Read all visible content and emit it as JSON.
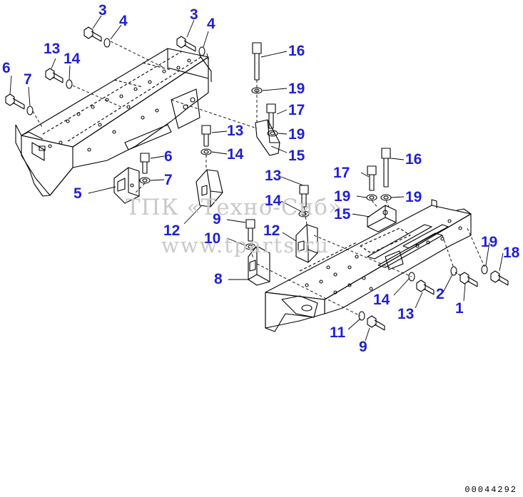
{
  "watermark": {
    "line1": "ТПК «Техно-Сиб»",
    "line2": "www.tparts.ru"
  },
  "drawing_number": "00044292",
  "callouts": [
    "3",
    "4",
    "3",
    "4",
    "13",
    "14",
    "6",
    "7",
    "16",
    "19",
    "17",
    "19",
    "13",
    "14",
    "15",
    "6",
    "7",
    "5",
    "12",
    "13",
    "14",
    "17",
    "16",
    "19",
    "19",
    "15",
    "9",
    "12",
    "10",
    "8",
    "19",
    "18",
    "14",
    "2",
    "13",
    "1",
    "11",
    "9"
  ],
  "colors": {
    "callout": "#1f1fd6",
    "line": "#000000",
    "watermark": "#c9c9c9"
  }
}
